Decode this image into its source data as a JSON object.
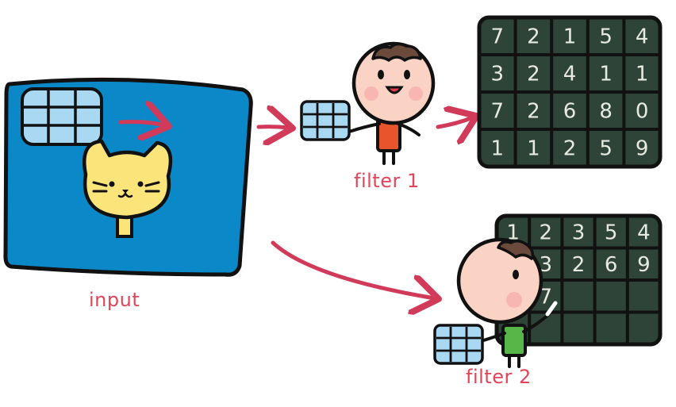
{
  "labels": {
    "input": "input",
    "filter1": "filter 1",
    "filter2": "filter 2"
  },
  "feature_map_1": {
    "rows": [
      [
        "7",
        "2",
        "1",
        "5",
        "4"
      ],
      [
        "3",
        "2",
        "4",
        "1",
        "1"
      ],
      [
        "7",
        "2",
        "6",
        "8",
        "0"
      ],
      [
        "1",
        "1",
        "2",
        "5",
        "9"
      ]
    ]
  },
  "feature_map_2": {
    "rows": [
      [
        "1",
        "2",
        "3",
        "5",
        "4"
      ],
      [
        "",
        "3",
        "2",
        "6",
        "9"
      ],
      [
        "",
        "7",
        "",
        "",
        ""
      ],
      [
        "",
        "",
        "",
        "",
        ""
      ]
    ]
  },
  "colors": {
    "label": "#e0455a",
    "arrow": "#d23a5a",
    "input_panel": "#0b88c8",
    "board": "#2e4438",
    "filter": "#a9d8f3",
    "cat": "#fbe57a",
    "skin": "#fbd3c4",
    "hair": "#6b4a3c",
    "shirt1": "#e8552c",
    "shirt2": "#58b548"
  }
}
